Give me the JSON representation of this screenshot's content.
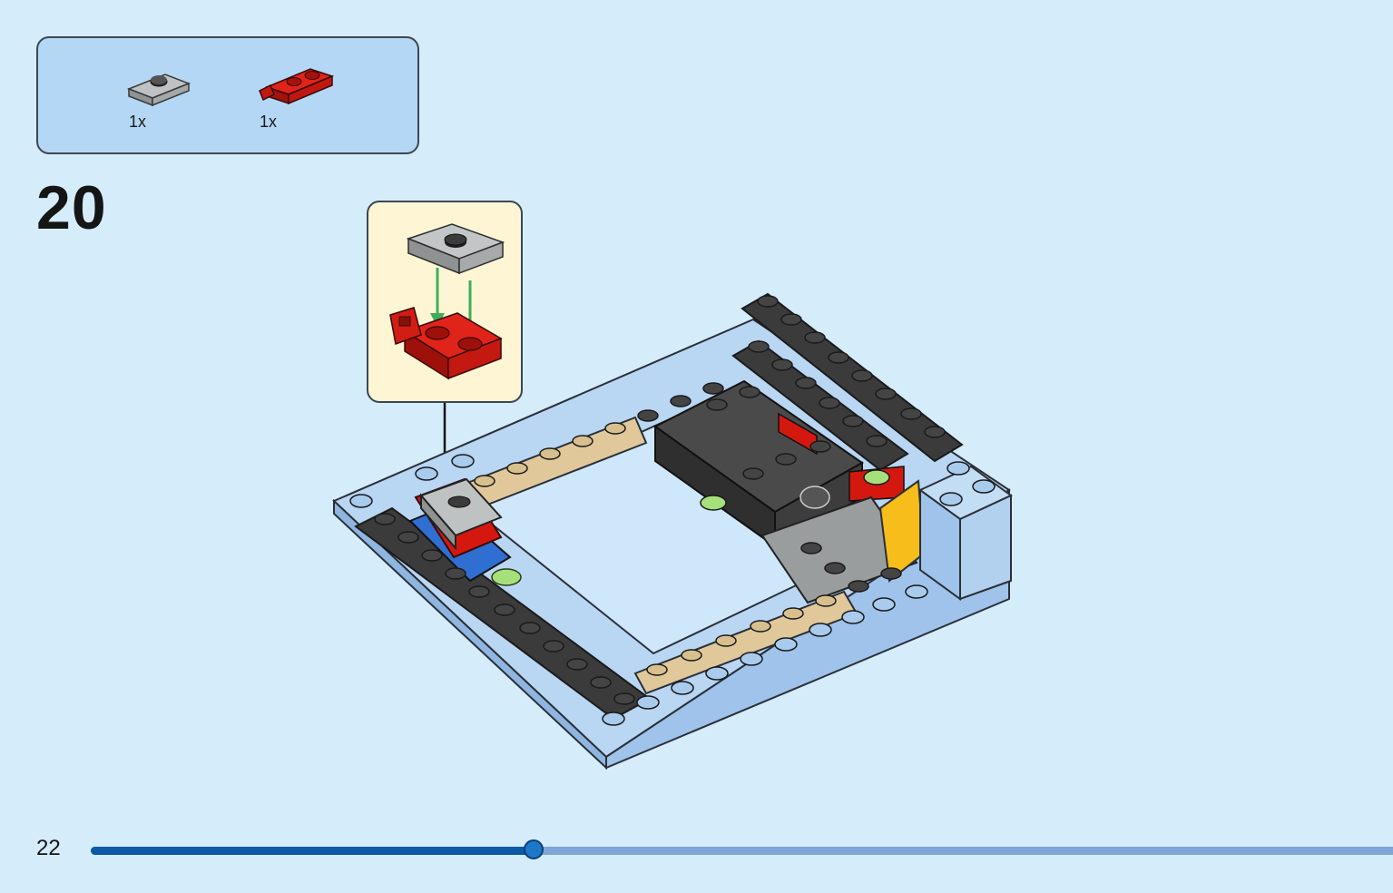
{
  "parts_list": {
    "items": [
      {
        "name": "plate-1x2-with-center-stud-light-gray",
        "color": "#9ea2a3",
        "qty": "1x"
      },
      {
        "name": "hinge-plate-1x2-red",
        "color": "#d5180f",
        "qty": "1x"
      }
    ]
  },
  "step": {
    "number": "20"
  },
  "page": {
    "number": "22",
    "progress": 0.34
  },
  "colors": {
    "background": "#d5ecfb",
    "parts_box": "#b4d7f5",
    "callout": "#fdf5d4",
    "progress_fill": "#0b5aa6",
    "progress_track": "#7ea6d6",
    "arrow_green": "#3fae5a"
  }
}
